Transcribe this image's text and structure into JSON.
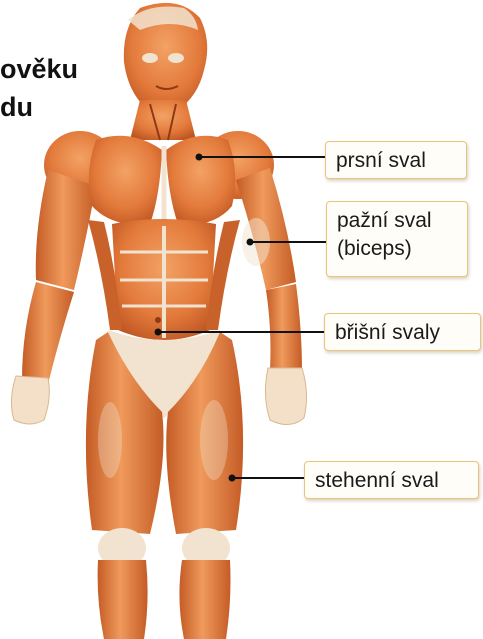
{
  "title": {
    "line1": "ověku",
    "line2": "du"
  },
  "labels": [
    {
      "id": "pectoral",
      "lines": [
        "prsní sval"
      ]
    },
    {
      "id": "biceps",
      "lines": [
        "pažní sval",
        "(biceps)"
      ]
    },
    {
      "id": "abdominal",
      "lines": [
        "břišní svaly"
      ]
    },
    {
      "id": "thigh",
      "lines": [
        "stehenní sval"
      ]
    }
  ],
  "colors": {
    "muscle": "#e2793a",
    "muscle_dark": "#b8501f",
    "muscle_light": "#f09a5c",
    "tendon": "#f1e3cf",
    "label_border": "#e9c47a",
    "leader": "#111111"
  }
}
